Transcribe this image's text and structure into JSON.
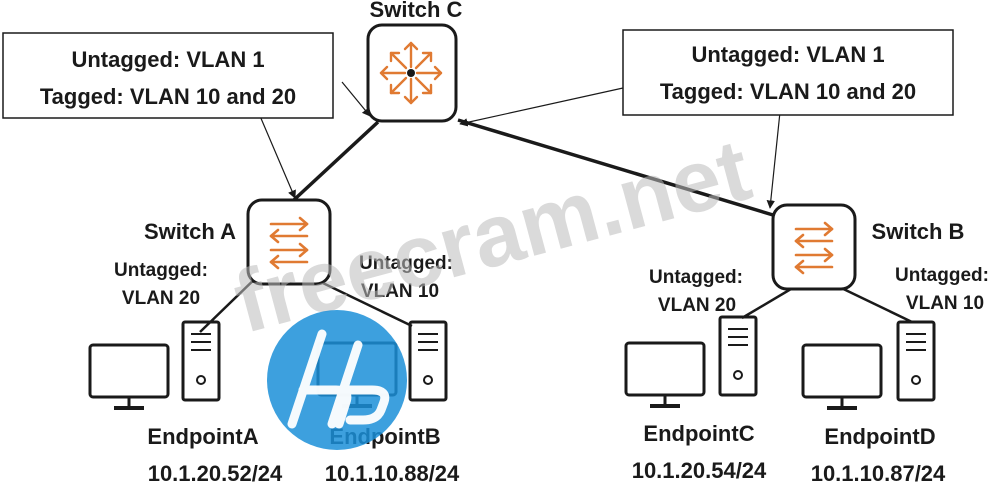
{
  "colors": {
    "line": "#1a1a1a",
    "arrow": "#e07a32",
    "hp_logo": "#1b8fd8",
    "watermark": "#bdbdbd",
    "background": "#ffffff"
  },
  "switches": {
    "c": {
      "label": "Switch C",
      "icon": "router-icon"
    },
    "a": {
      "label": "Switch A",
      "icon": "switch-icon"
    },
    "b": {
      "label": "Switch B",
      "icon": "switch-icon"
    }
  },
  "callouts": {
    "left": {
      "line1": "Untagged: VLAN 1",
      "line2": "Tagged: VLAN 10 and 20"
    },
    "right": {
      "line1": "Untagged: VLAN 1",
      "line2": "Tagged: VLAN 10 and 20"
    }
  },
  "ports": {
    "a_left": {
      "line1": "Untagged:",
      "line2": "VLAN 20"
    },
    "a_right": {
      "line1": "Untagged:",
      "line2": "VLAN 10"
    },
    "b_left": {
      "line1": "Untagged:",
      "line2": "VLAN 20"
    },
    "b_right": {
      "line1": "Untagged:",
      "line2": "VLAN 10"
    }
  },
  "endpoints": {
    "a": {
      "name": "EndpointA",
      "ip": "10.1.20.52/24"
    },
    "b": {
      "name": "EndpointB",
      "ip": "10.1.10.88/24"
    },
    "c": {
      "name": "EndpointC",
      "ip": "10.1.20.54/24"
    },
    "d": {
      "name": "EndpointD",
      "ip": "10.1.10.87/24"
    }
  },
  "watermark": {
    "text": "freecram.net"
  },
  "logo": {
    "name": "hp-logo"
  }
}
